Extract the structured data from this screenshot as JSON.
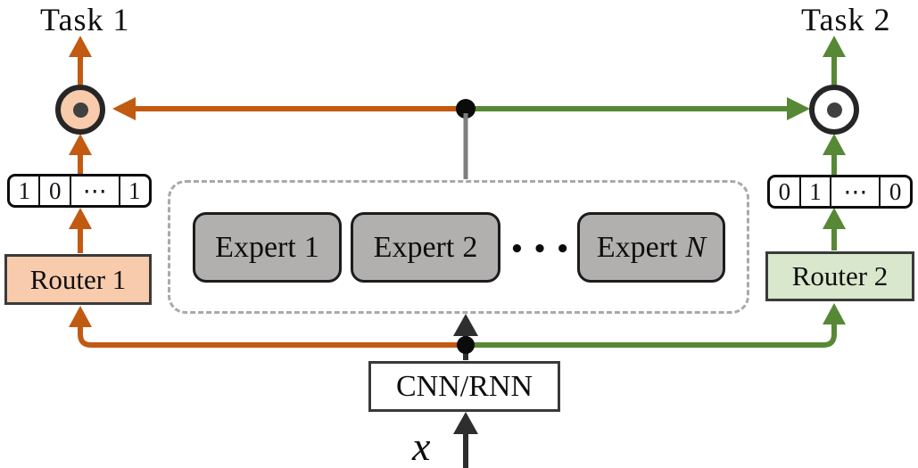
{
  "labels": {
    "task1": "Task 1",
    "task2": "Task 2",
    "router1": "Router 1",
    "router2": "Router 2",
    "backbone": "CNN/RNN",
    "input": "x",
    "experts_ellipsis": "•••"
  },
  "experts": [
    {
      "prefix": "Expert",
      "index": "1"
    },
    {
      "prefix": "Expert",
      "index": "2"
    },
    {
      "prefix": "Expert",
      "index": "N"
    }
  ],
  "masks": {
    "task1": [
      "1",
      "0",
      "⋯",
      "1"
    ],
    "task2": [
      "0",
      "1",
      "⋯",
      "0"
    ]
  },
  "colors": {
    "background": "#ffffff",
    "task1_accent": "#c25a11",
    "task1_fill": "#f8cbad",
    "task2_accent": "#578836",
    "task2_fill": "#d9e8cc",
    "expert_fill": "#b2afaf",
    "line_dark": "#2e2e2e",
    "junction_gray": "#7d7d7d",
    "dashed_border": "#a9a9a9",
    "node_border": "#262626",
    "dot_fill": "#404040"
  }
}
